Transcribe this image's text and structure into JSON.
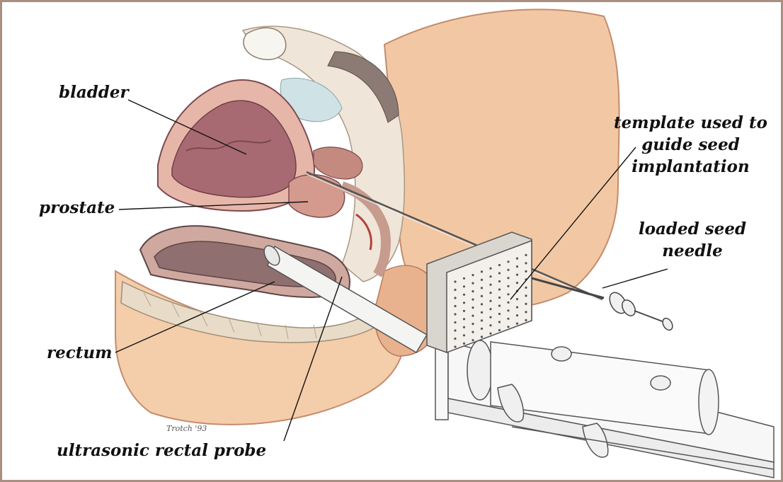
{
  "labels": {
    "bladder": "bladder",
    "prostate": "prostate",
    "rectum": "rectum",
    "probe": "ultrasonic rectal probe",
    "template": [
      "template used to",
      "guide seed",
      "implantation"
    ],
    "needle": [
      "loaded seed",
      "needle"
    ]
  },
  "signature": "Trotch '93",
  "colors": {
    "frame": "#a98e82",
    "skin": "#f2c8a4",
    "skin_shadow": "#d99a78",
    "bladder": "#a86a72",
    "bladder_wall": "#e6b7a9",
    "rectum": "#8f6f6f",
    "gland": "#c58a7f",
    "template": "#f3f0ec",
    "probe": "#f4f4f2",
    "pipe": "#f7f7f7"
  }
}
